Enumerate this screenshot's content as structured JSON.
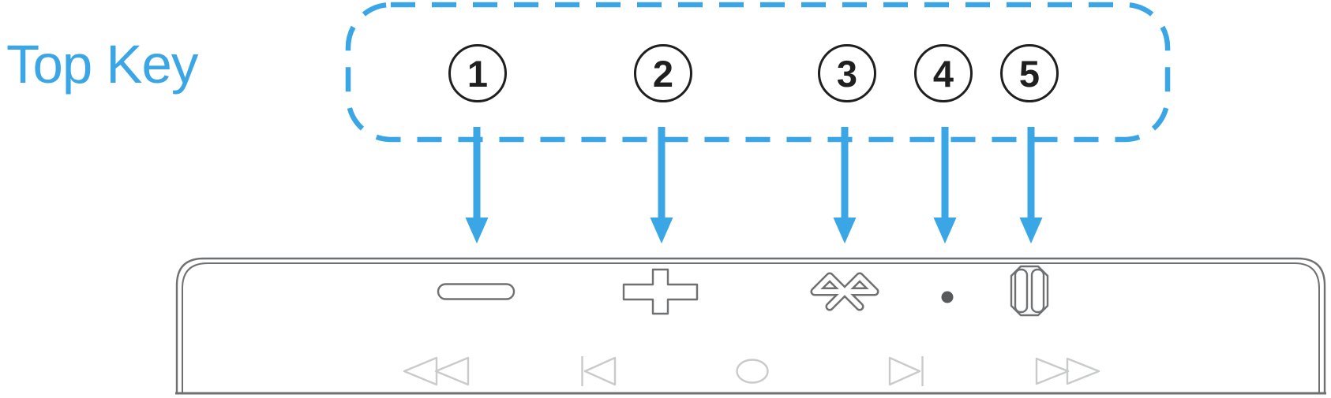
{
  "title": "Top Key",
  "colors": {
    "accent_blue": "#3BA6E6",
    "outline_gray": "#6F7072",
    "media_icon_gray": "#C9CACB",
    "number_black": "#1F1F1F"
  },
  "callouts": [
    {
      "number": "1",
      "icon": "minus-icon"
    },
    {
      "number": "2",
      "icon": "plus-icon"
    },
    {
      "number": "3",
      "icon": "bluetooth-icon"
    },
    {
      "number": "4",
      "icon": "dot-icon"
    },
    {
      "number": "5",
      "icon": "power-switch-icon"
    }
  ],
  "device": {
    "top_row_icon_names": [
      "minus-icon",
      "plus-icon",
      "bluetooth-icon",
      "dot-icon",
      "power-switch-icon"
    ],
    "bottom_row_icon_names": [
      "rewind-icon",
      "previous-track-icon",
      "circle-icon",
      "next-track-icon",
      "fast-forward-icon"
    ]
  }
}
